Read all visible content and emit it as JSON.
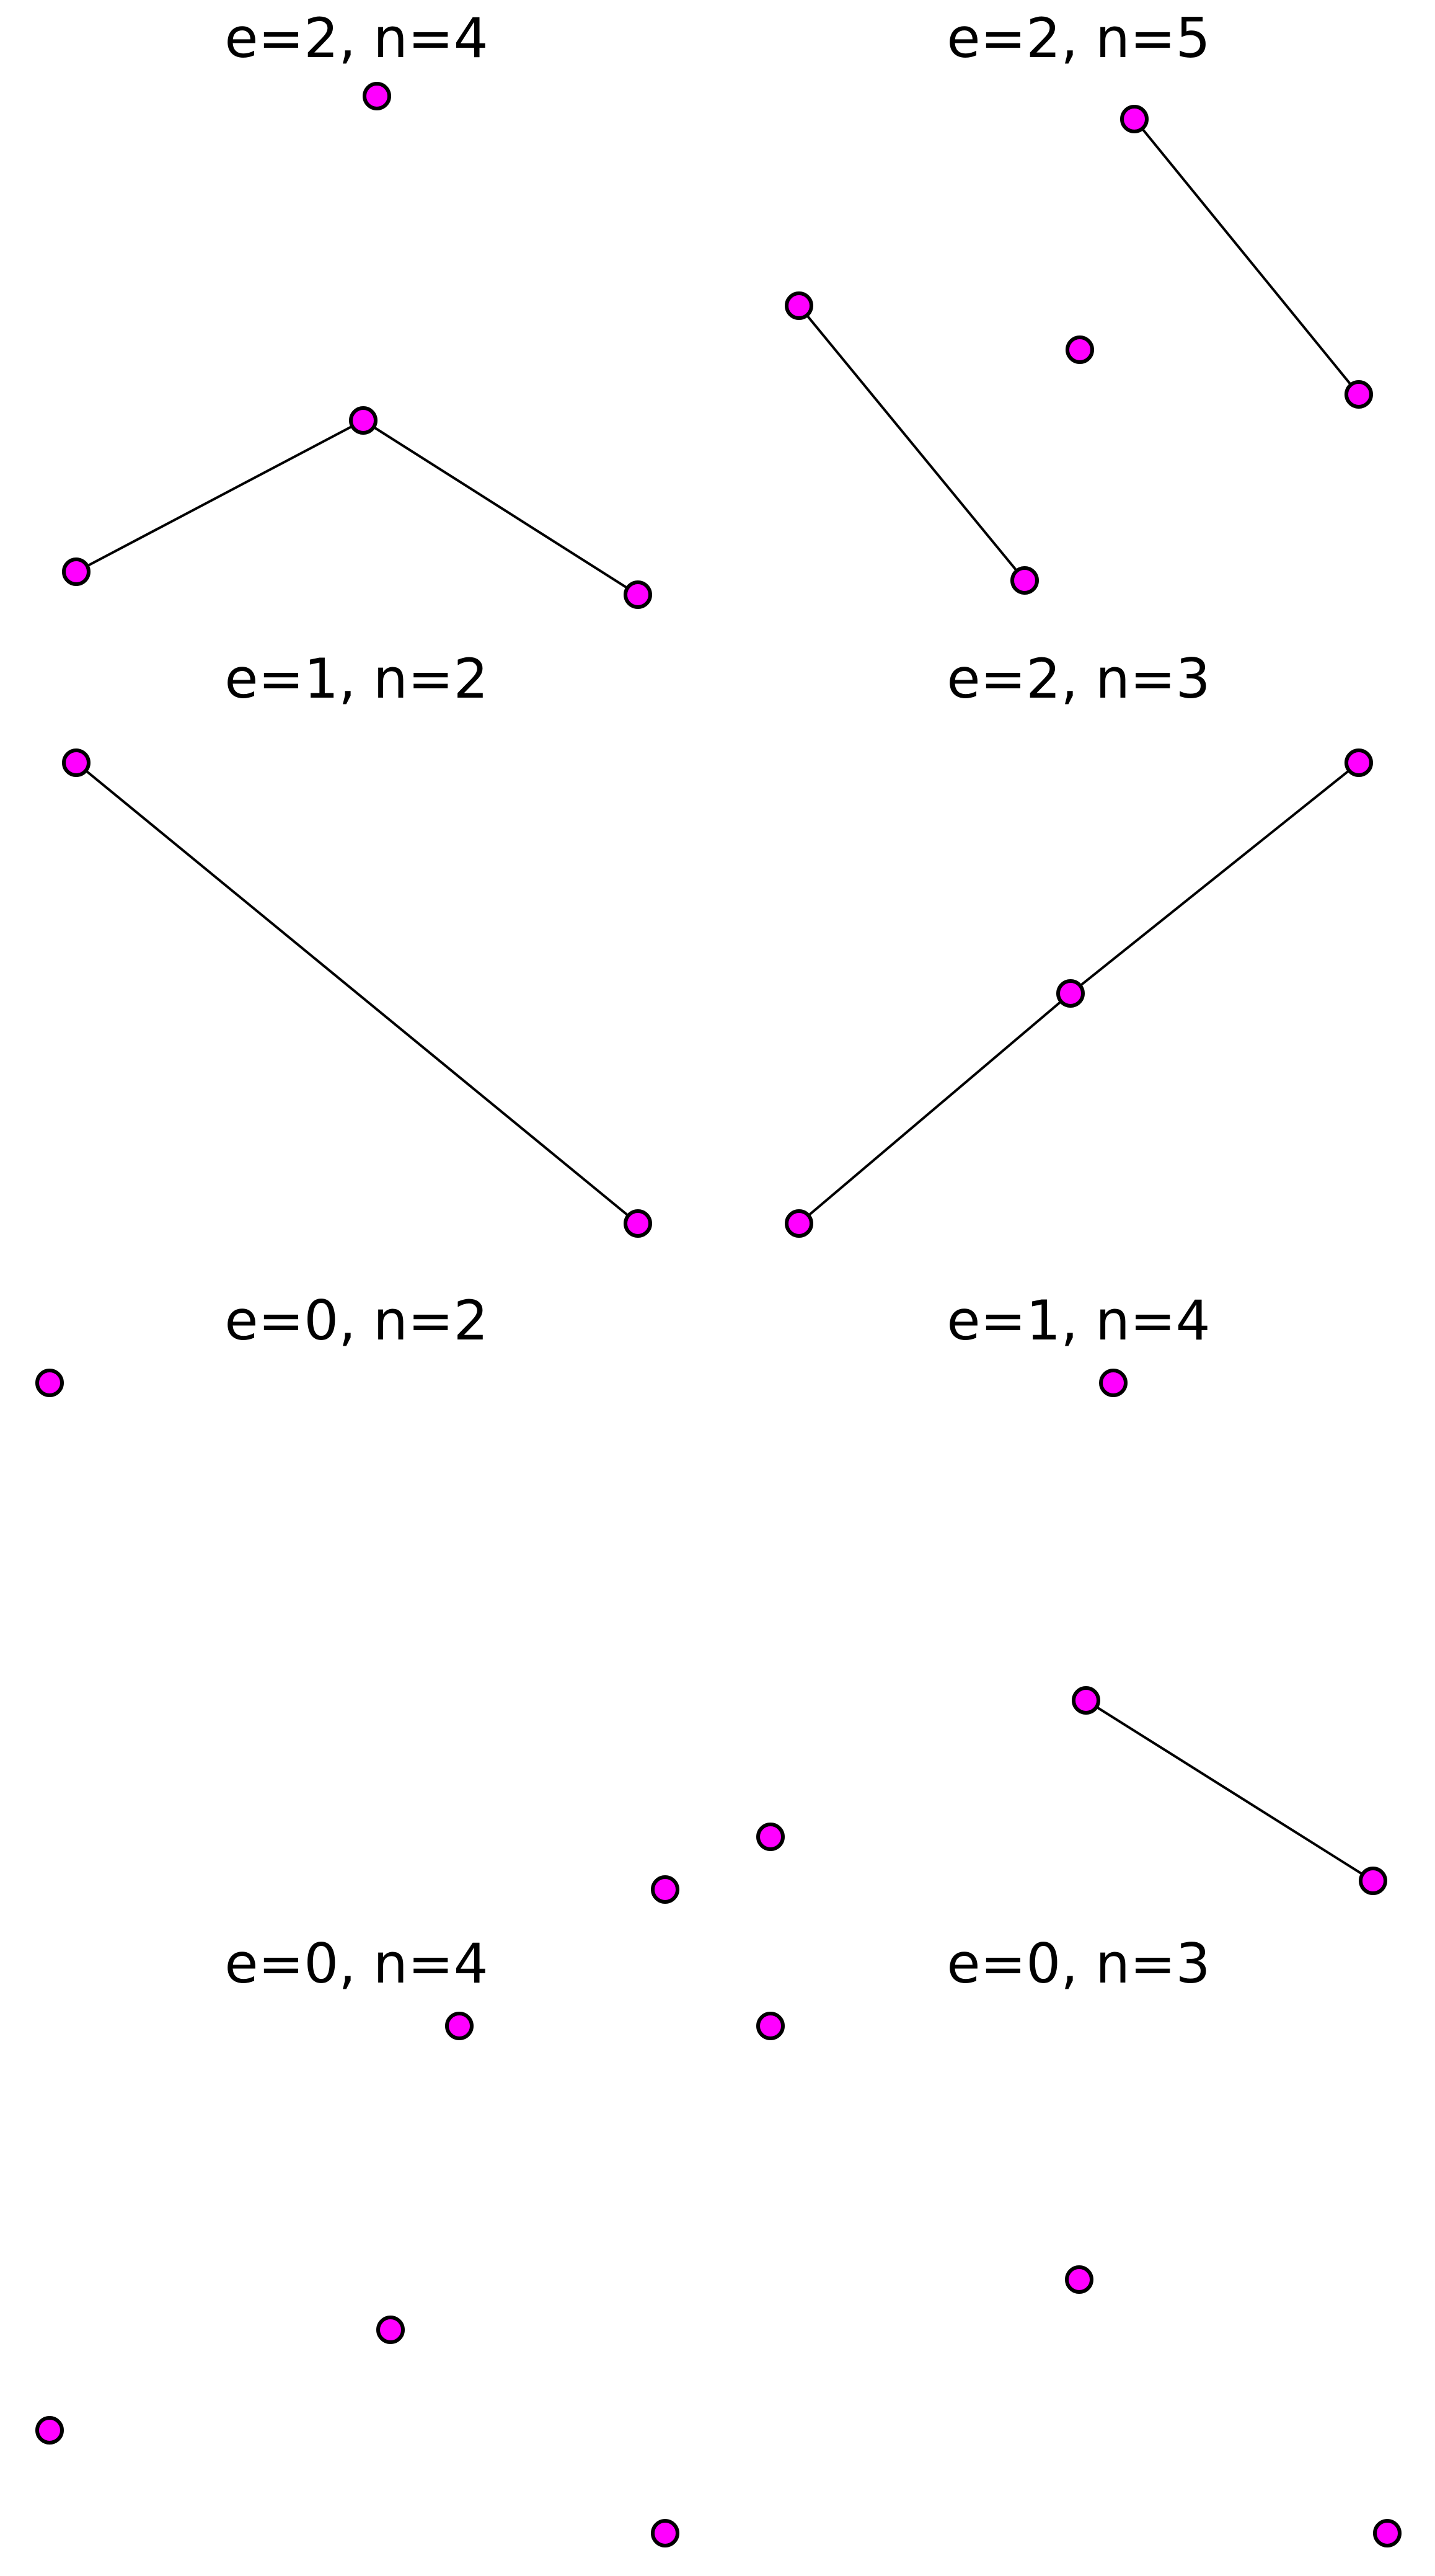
{
  "colors": {
    "node_fill": "#ff00ff",
    "node_stroke": "#000000",
    "edge": "#000000",
    "background": "#ffffff"
  },
  "panels": [
    {
      "id": "e2-n4",
      "title": "e=2, n=4",
      "nodes": [
        0,
        1,
        2,
        3
      ],
      "edges": [
        [
          1,
          2
        ],
        [
          1,
          3
        ]
      ]
    },
    {
      "id": "e2-n5",
      "title": "e=2, n=5",
      "nodes": [
        0,
        1,
        2,
        3,
        4
      ],
      "edges": [
        [
          0,
          1
        ],
        [
          3,
          4
        ]
      ]
    },
    {
      "id": "e1-n2",
      "title": "e=1, n=2",
      "nodes": [
        0,
        1
      ],
      "edges": [
        [
          0,
          1
        ]
      ]
    },
    {
      "id": "e2-n3",
      "title": "e=2, n=3",
      "nodes": [
        0,
        1,
        2
      ],
      "edges": [
        [
          0,
          1
        ],
        [
          1,
          2
        ]
      ]
    },
    {
      "id": "e0-n2",
      "title": "e=0, n=2",
      "nodes": [
        0,
        1
      ],
      "edges": []
    },
    {
      "id": "e1-n4",
      "title": "e=1, n=4",
      "nodes": [
        0,
        1,
        2,
        3
      ],
      "edges": [
        [
          1,
          2
        ]
      ]
    },
    {
      "id": "e0-n4",
      "title": "e=0, n=4",
      "nodes": [
        0,
        1,
        2,
        3
      ],
      "edges": []
    },
    {
      "id": "e0-n3",
      "title": "e=0, n=3",
      "nodes": [
        0,
        1,
        2
      ],
      "edges": []
    }
  ]
}
